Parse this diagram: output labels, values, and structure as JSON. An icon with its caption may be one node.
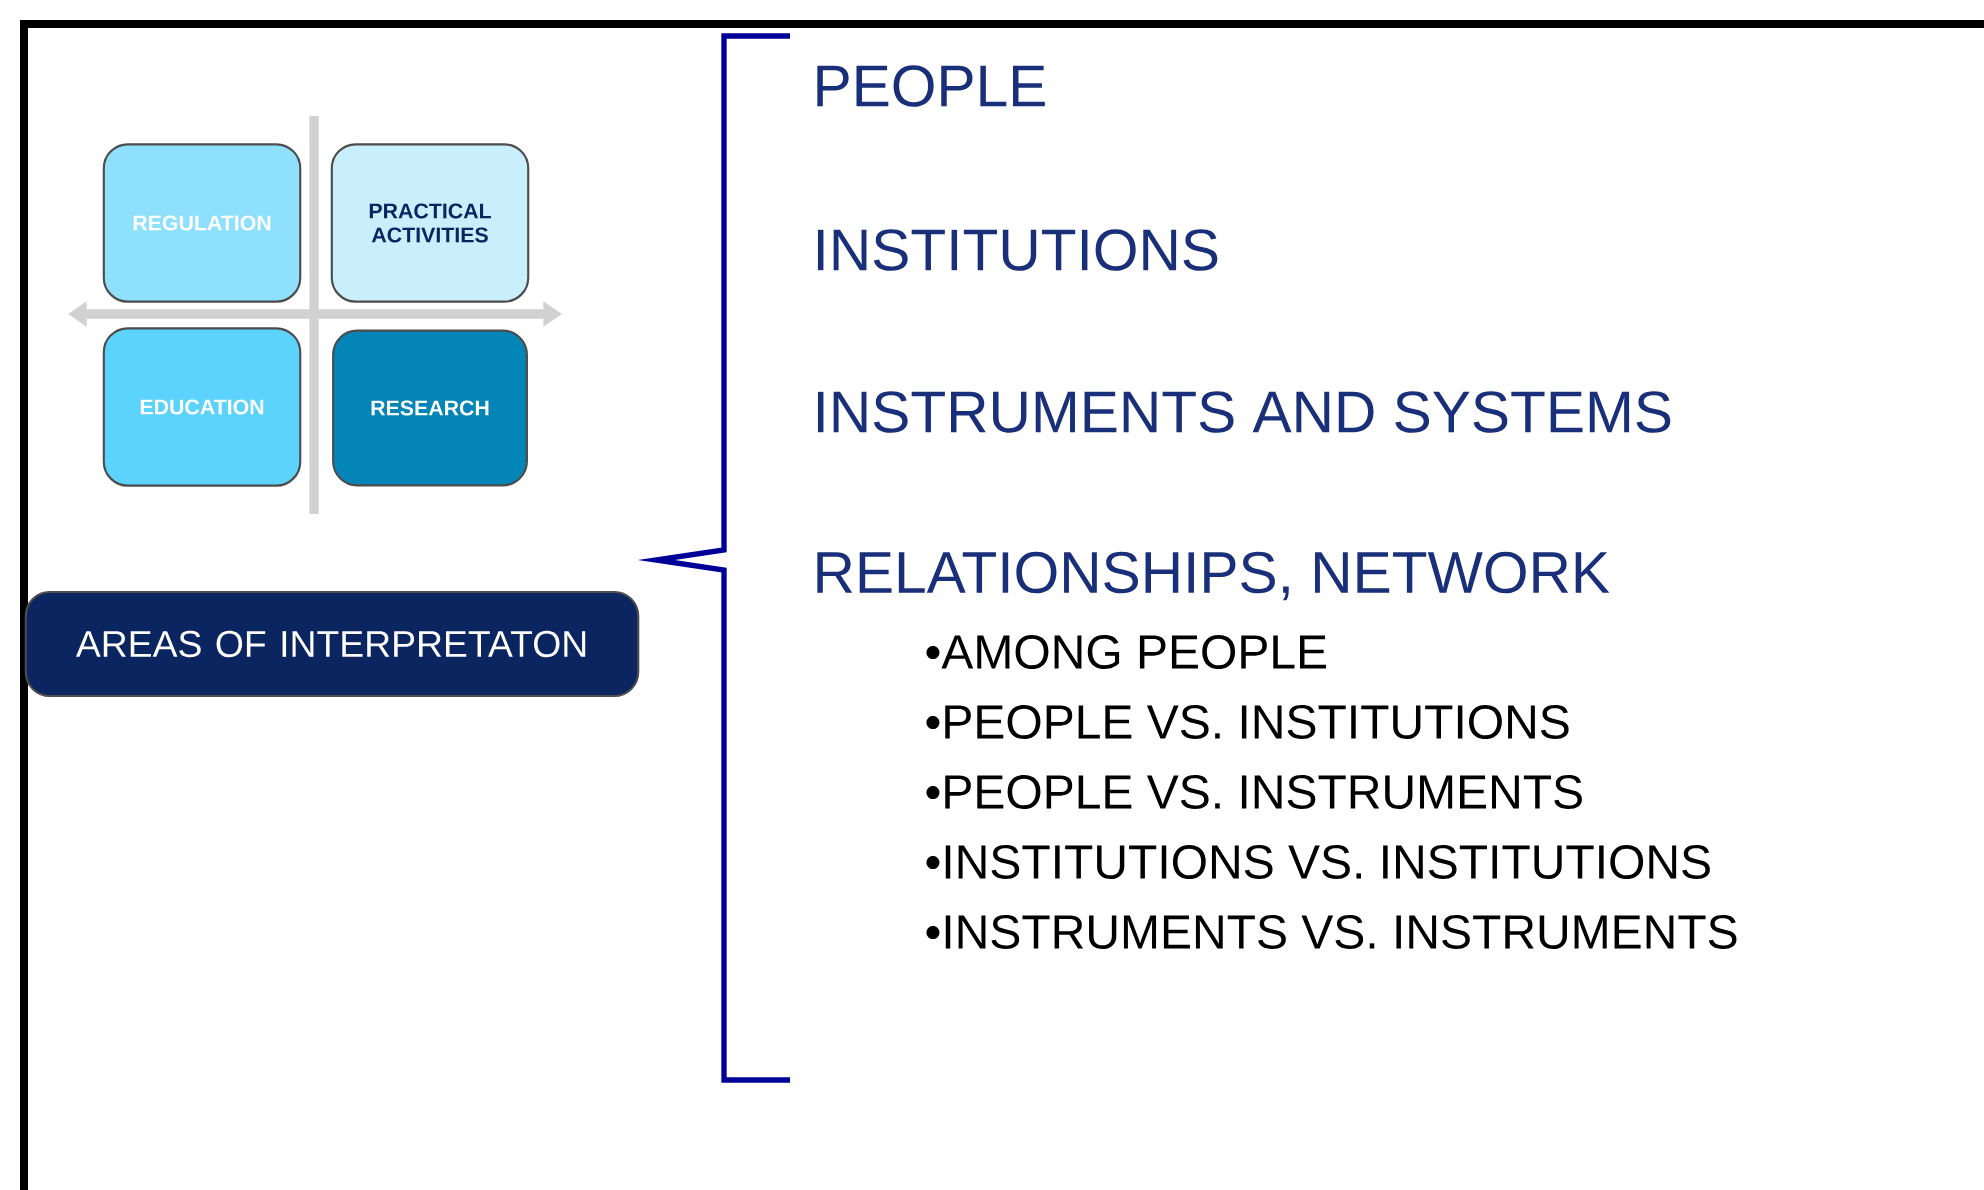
{
  "diagram": {
    "nodes": [
      {
        "text": [
          "REGULATION"
        ]
      },
      {
        "text": [
          "PRACTICAL ACTIVITIES"
        ]
      },
      {
        "text": [
          "EDUCATION"
        ]
      },
      {
        "text": [
          "RESEARCH"
        ]
      },
      {
        "text": [
          "AREAS OF INTERPRETATON"
        ]
      }
    ],
    "labels": [
      "PEOPLE",
      "INSTITUTIONS",
      "INSTRUMENTS AND SYSTEMS",
      "RELATIONSHIPS, NETWORK",
      "•AMONG PEOPLE",
      "•PEOPLE VS. INSTITUTIONS",
      "•PEOPLE VS. INSTRUMENTS",
      "•INSTITUTIONS VS. INSTITUTIONS",
      "•INSTRUMENTS VS. INSTRUMENTS"
    ]
  }
}
